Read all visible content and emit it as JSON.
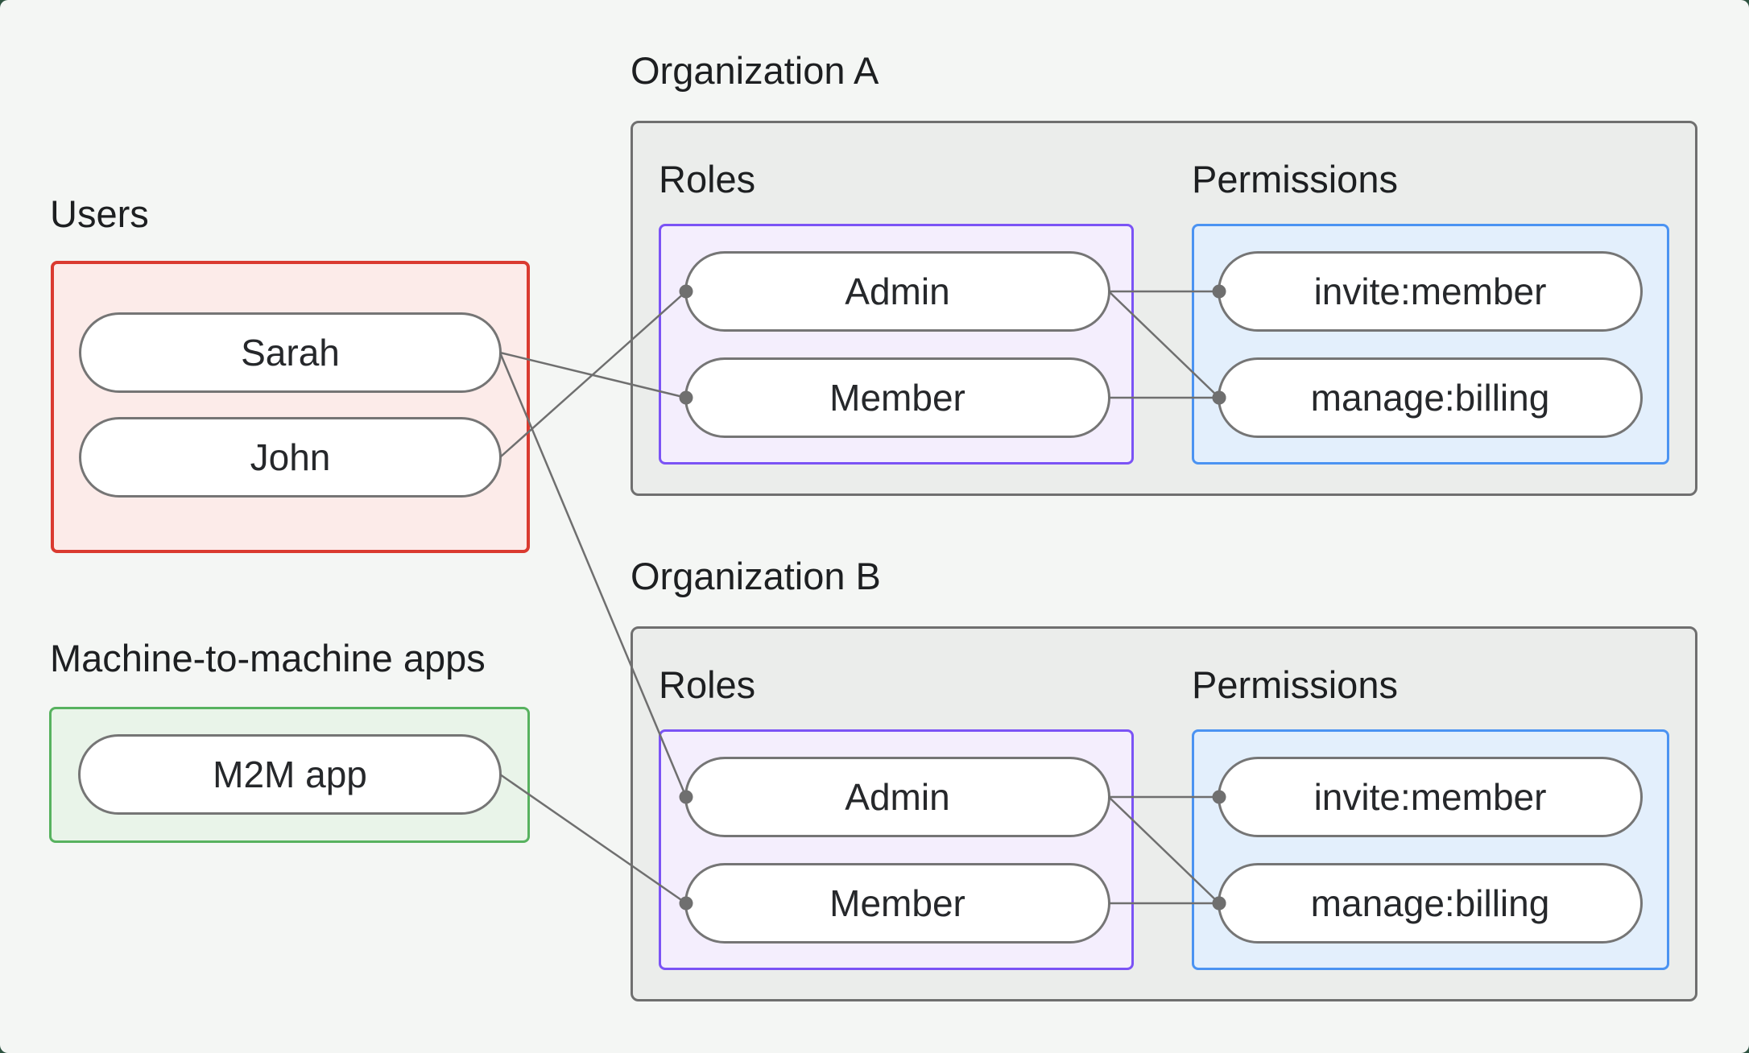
{
  "canvas": {
    "background": "#f4f6f4",
    "outer_corner_background": "#2e5340"
  },
  "colors": {
    "connector": "#6f6f6f",
    "connector_dot": "#6f6f6f",
    "node_border": "#757575",
    "node_fill": "#ffffff",
    "org_border": "#6f6f6f",
    "org_fill": "#ebedeb",
    "users_border": "#da3a30",
    "users_fill": "#fcebe9",
    "m2m_border": "#57b25f",
    "m2m_fill": "#e9f4e9",
    "roles_border": "#7b53f5",
    "roles_fill": "#f4eefd",
    "permissions_border": "#4b93f2",
    "permissions_fill": "#e3effc",
    "text": "#1d1f21"
  },
  "groups": {
    "users": {
      "label": "Users",
      "nodes": [
        {
          "id": "sarah",
          "label": "Sarah"
        },
        {
          "id": "john",
          "label": "John"
        }
      ]
    },
    "m2m": {
      "label": "Machine-to-machine apps",
      "nodes": [
        {
          "id": "m2m_app",
          "label": "M2M app"
        }
      ]
    }
  },
  "organizations": [
    {
      "id": "org_a",
      "title": "Organization A",
      "roles": {
        "label": "Roles",
        "nodes": [
          {
            "id": "org_a_admin",
            "label": "Admin"
          },
          {
            "id": "org_a_member",
            "label": "Member"
          }
        ]
      },
      "permissions": {
        "label": "Permissions",
        "nodes": [
          {
            "id": "org_a_invite",
            "label": "invite:member"
          },
          {
            "id": "org_a_billing",
            "label": "manage:billing"
          }
        ]
      }
    },
    {
      "id": "org_b",
      "title": "Organization B",
      "roles": {
        "label": "Roles",
        "nodes": [
          {
            "id": "org_b_admin",
            "label": "Admin"
          },
          {
            "id": "org_b_member",
            "label": "Member"
          }
        ]
      },
      "permissions": {
        "label": "Permissions",
        "nodes": [
          {
            "id": "org_b_invite",
            "label": "invite:member"
          },
          {
            "id": "org_b_billing",
            "label": "manage:billing"
          }
        ]
      }
    }
  ],
  "edges": [
    {
      "from": "sarah",
      "to": "org_a_member"
    },
    {
      "from": "john",
      "to": "org_a_admin"
    },
    {
      "from": "sarah",
      "to": "org_b_admin"
    },
    {
      "from": "m2m_app",
      "to": "org_b_member"
    },
    {
      "from": "org_a_admin",
      "to": "org_a_invite"
    },
    {
      "from": "org_a_admin",
      "to": "org_a_billing"
    },
    {
      "from": "org_a_member",
      "to": "org_a_billing"
    },
    {
      "from": "org_b_admin",
      "to": "org_b_invite"
    },
    {
      "from": "org_b_admin",
      "to": "org_b_billing"
    },
    {
      "from": "org_b_member",
      "to": "org_b_billing"
    }
  ]
}
